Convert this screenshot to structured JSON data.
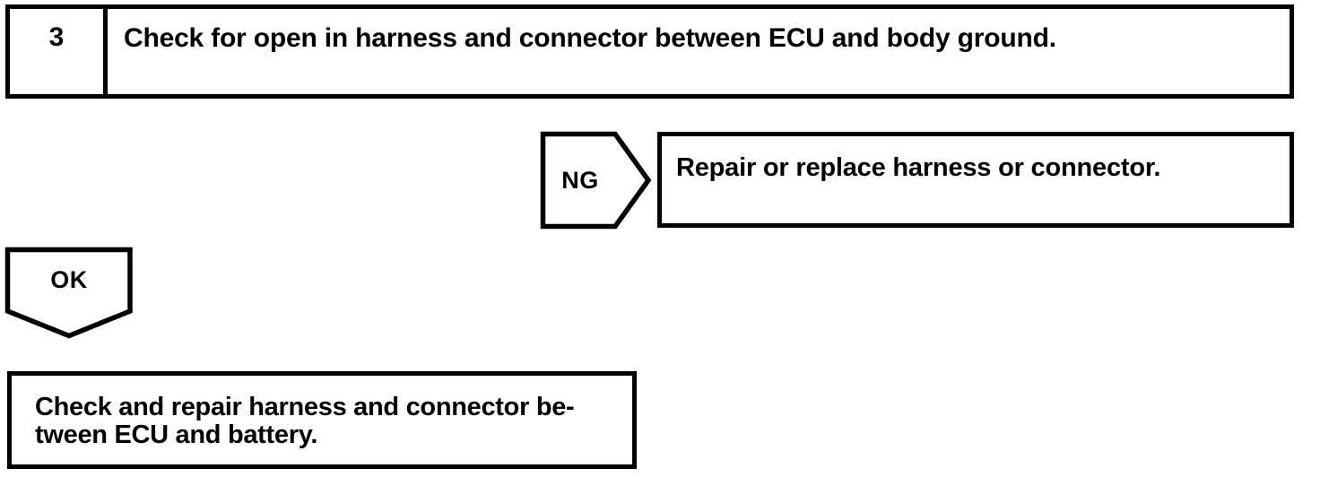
{
  "diagram": {
    "type": "troubleshooting-flowchart",
    "line_color": "#000000",
    "background_color": "#ffffff",
    "step": {
      "number": "3",
      "instruction": "Check for open in harness and connector between ECU and body ground."
    },
    "branches": {
      "ng": {
        "label": "NG",
        "direction": "right",
        "result": "Repair or replace harness or connector."
      },
      "ok": {
        "label": "OK",
        "direction": "down",
        "result_line_1": "Check and repair harness and connector be-",
        "result_line_2": "tween ECU and battery."
      }
    }
  }
}
